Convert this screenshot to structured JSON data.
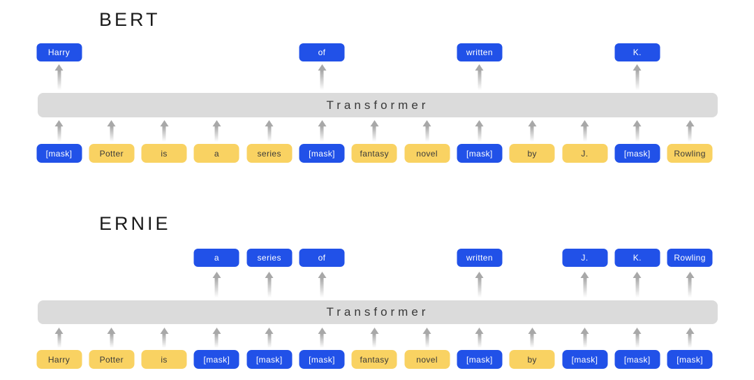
{
  "colors": {
    "background": "#ffffff",
    "mask_blue": "#2151e8",
    "token_yellow": "#f9d262",
    "bar_gray": "#dbdbdb",
    "arrow_gray": "#a8a8a8",
    "title_text": "#1a1a1a",
    "token_text_dark": "#3a3a3a",
    "token_text_light": "#ffffff"
  },
  "sections": [
    {
      "id": "bert",
      "title": "BERT",
      "bar_label": "Transformer",
      "inputs": [
        {
          "text": "[mask]",
          "masked": true
        },
        {
          "text": "Potter",
          "masked": false
        },
        {
          "text": "is",
          "masked": false
        },
        {
          "text": "a",
          "masked": false
        },
        {
          "text": "series",
          "masked": false
        },
        {
          "text": "[mask]",
          "masked": true
        },
        {
          "text": "fantasy",
          "masked": false
        },
        {
          "text": "novel",
          "masked": false
        },
        {
          "text": "[mask]",
          "masked": true
        },
        {
          "text": "by",
          "masked": false
        },
        {
          "text": "J.",
          "masked": false
        },
        {
          "text": "[mask]",
          "masked": true
        },
        {
          "text": "Rowling",
          "masked": false
        }
      ],
      "outputs": [
        {
          "text": "Harry",
          "slot": 0
        },
        {
          "text": "of",
          "slot": 5
        },
        {
          "text": "written",
          "slot": 8
        },
        {
          "text": "K.",
          "slot": 11
        }
      ]
    },
    {
      "id": "ernie",
      "title": "ERNIE",
      "bar_label": "Transformer",
      "inputs": [
        {
          "text": "Harry",
          "masked": false
        },
        {
          "text": "Potter",
          "masked": false
        },
        {
          "text": "is",
          "masked": false
        },
        {
          "text": "[mask]",
          "masked": true
        },
        {
          "text": "[mask]",
          "masked": true
        },
        {
          "text": "[mask]",
          "masked": true
        },
        {
          "text": "fantasy",
          "masked": false
        },
        {
          "text": "novel",
          "masked": false
        },
        {
          "text": "[mask]",
          "masked": true
        },
        {
          "text": "by",
          "masked": false
        },
        {
          "text": "[mask]",
          "masked": true
        },
        {
          "text": "[mask]",
          "masked": true
        },
        {
          "text": "[mask]",
          "masked": true
        }
      ],
      "outputs": [
        {
          "text": "a",
          "slot": 3
        },
        {
          "text": "series",
          "slot": 4
        },
        {
          "text": "of",
          "slot": 5
        },
        {
          "text": "written",
          "slot": 8
        },
        {
          "text": "J.",
          "slot": 10
        },
        {
          "text": "K.",
          "slot": 11
        },
        {
          "text": "Rowling",
          "slot": 12
        }
      ]
    }
  ]
}
